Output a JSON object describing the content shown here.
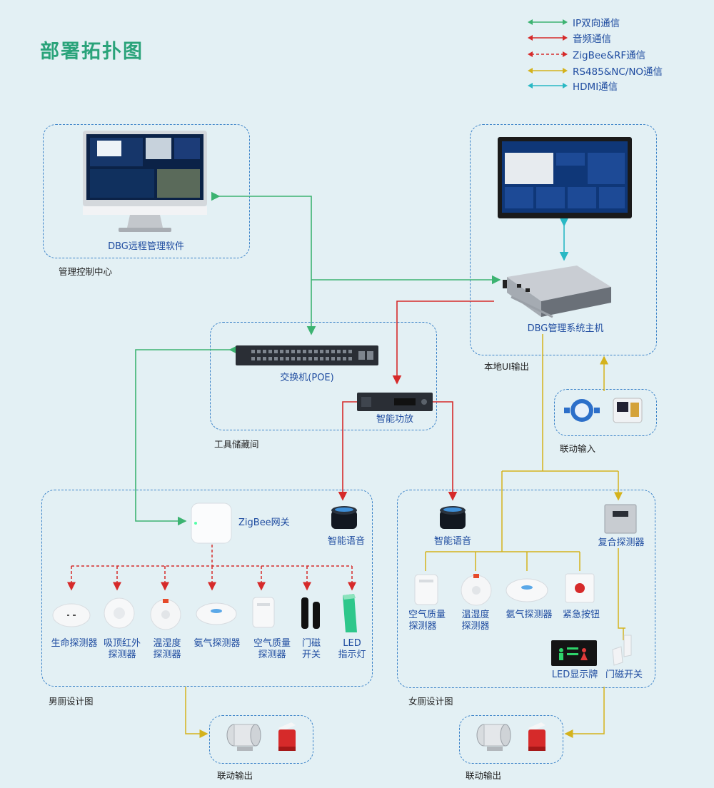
{
  "title": "部署拓扑图",
  "legend": [
    {
      "label": "IP双向通信",
      "color": "#3cb371"
    },
    {
      "label": "音频通信",
      "color": "#d62a2a"
    },
    {
      "label": "ZigBee&RF通信",
      "color": "#d62a2a"
    },
    {
      "label": "RS485&NC/NO通信",
      "color": "#d4b21c"
    },
    {
      "label": "HDMI通信",
      "color": "#29b8c4"
    }
  ],
  "nodes": {
    "remote_software": "DBG远程管理软件",
    "mgmt_center": "管理控制中心",
    "local_ui_output": "本地UI输出",
    "host": "DBG管理系统主机",
    "switch": "交换机(POE)",
    "amplifier": "智能功放",
    "tool_room": "工具储藏间",
    "linked_input": "联动输入",
    "zigbee_gateway": "ZigBee网关",
    "smart_speaker_m": "智能语音",
    "smart_speaker_f": "智能语音",
    "composite_detector": "复合探测器",
    "mens_design": "男厕设计图",
    "womens_design": "女厕设计图",
    "linked_output_m": "联动输出",
    "linked_output_f": "联动输出",
    "led_sign": "LED显示牌",
    "door_contact_f": "门磁开关"
  },
  "mens_devices": [
    {
      "l1": "生命探测器",
      "l2": ""
    },
    {
      "l1": "吸顶红外",
      "l2": "探测器"
    },
    {
      "l1": "温湿度",
      "l2": "探测器"
    },
    {
      "l1": "氨气探测器",
      "l2": ""
    },
    {
      "l1": "空气质量",
      "l2": "探测器"
    },
    {
      "l1": "门磁",
      "l2": "开关"
    },
    {
      "l1": "LED",
      "l2": "指示灯"
    }
  ],
  "womens_devices": [
    {
      "l1": "空气质量",
      "l2": "探测器"
    },
    {
      "l1": "温湿度",
      "l2": "探测器"
    },
    {
      "l1": "氨气探测器",
      "l2": ""
    },
    {
      "l1": "紧急按钮",
      "l2": ""
    }
  ],
  "colors": {
    "ip": "#3cb371",
    "audio": "#d62a2a",
    "zigbee": "#d62a2a",
    "rs485": "#d4b21c",
    "hdmi": "#29b8c4",
    "title": "#2aa37a",
    "label": "#1f4ca0"
  }
}
